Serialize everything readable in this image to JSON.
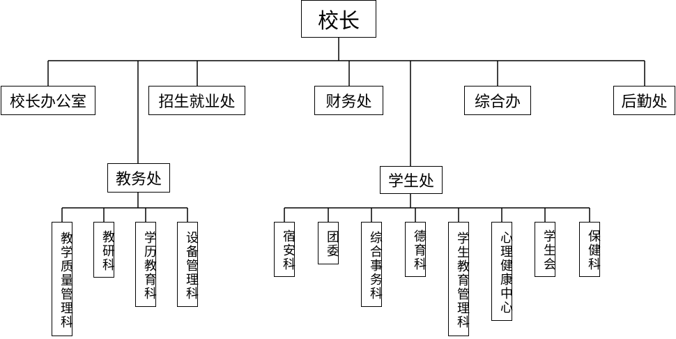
{
  "root": "校长",
  "level1": [
    "校长办公室",
    "招生就业处",
    "财务处",
    "综合办",
    "后勤处"
  ],
  "jiaowu": {
    "title": "教务处",
    "children": [
      "教学质量管理科",
      "教研科",
      "学历教育科",
      "设备管理科"
    ]
  },
  "xuesheng": {
    "title": "学生处",
    "children": [
      "宿安科",
      "团委",
      "综合事务科",
      "德育科",
      "学生教育管理科",
      "心理健康中心",
      "学生会",
      "保健科"
    ]
  }
}
